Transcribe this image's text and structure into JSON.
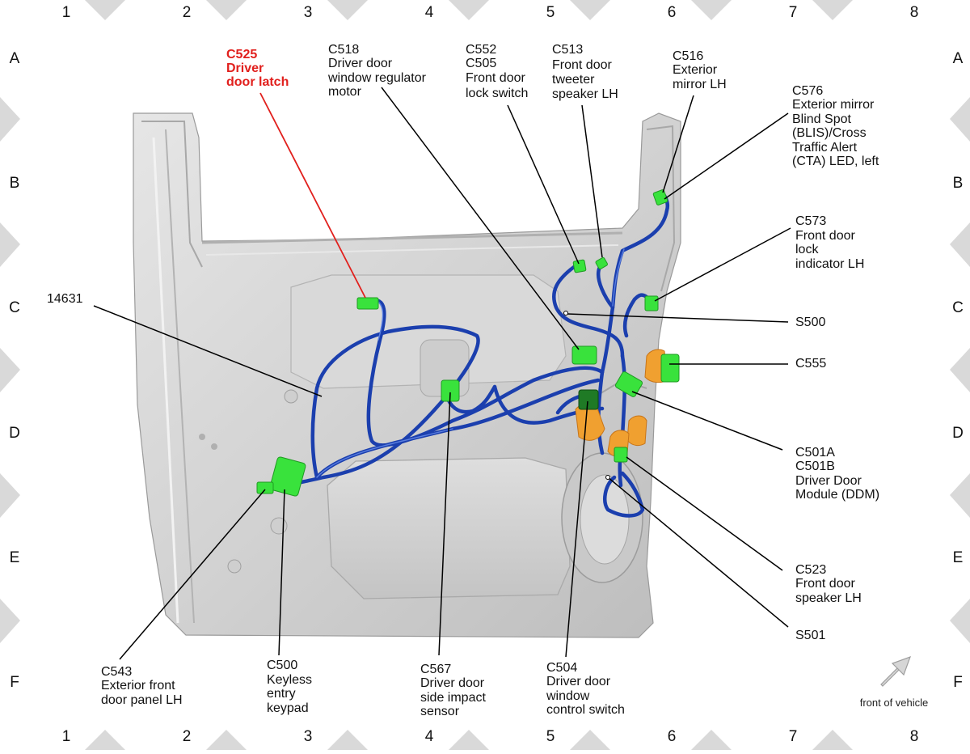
{
  "grid": {
    "columns": [
      "1",
      "2",
      "3",
      "4",
      "5",
      "6",
      "7",
      "8"
    ],
    "rows": [
      "A",
      "B",
      "C",
      "D",
      "E",
      "F"
    ]
  },
  "labels": {
    "c525": [
      "C525",
      "Driver",
      "door latch"
    ],
    "c518": [
      "C518",
      "Driver door",
      "window regulator",
      "motor"
    ],
    "c552": [
      "C552",
      "C505",
      "Front door",
      "lock switch"
    ],
    "c513": [
      "C513",
      "Front door",
      "tweeter",
      "speaker LH"
    ],
    "c516": [
      "C516",
      "Exterior",
      "mirror LH"
    ],
    "c576": [
      "C576",
      "Exterior mirror",
      "Blind Spot",
      "(BLIS)/Cross",
      "Traffic Alert",
      "(CTA) LED, left"
    ],
    "c573": [
      "C573",
      "Front door",
      "lock",
      "indicator LH"
    ],
    "l14631": [
      "14631"
    ],
    "s500": [
      "S500"
    ],
    "c555": [
      "C555"
    ],
    "c501": [
      "C501A",
      "C501B",
      "Driver Door",
      "Module (DDM)"
    ],
    "c523": [
      "C523",
      "Front door",
      "speaker LH"
    ],
    "s501": [
      "S501"
    ],
    "c543": [
      "C543",
      "Exterior front",
      "door panel LH"
    ],
    "c500": [
      "C500",
      "Keyless",
      "entry",
      "keypad"
    ],
    "c567": [
      "C567",
      "Driver door",
      "side impact",
      "sensor"
    ],
    "c504": [
      "C504",
      "Driver door",
      "window",
      "control switch"
    ]
  },
  "orientation": {
    "text": "front of vehicle",
    "icon": "arrow-up-right-icon"
  },
  "colors": {
    "highlight_label": "#e1201d",
    "harness": "#1b3fae",
    "connector": "#39e23c",
    "connector_dark": "#1f7a25",
    "orange_part": "#f0a030",
    "door_panel": "#d3d3d3"
  }
}
